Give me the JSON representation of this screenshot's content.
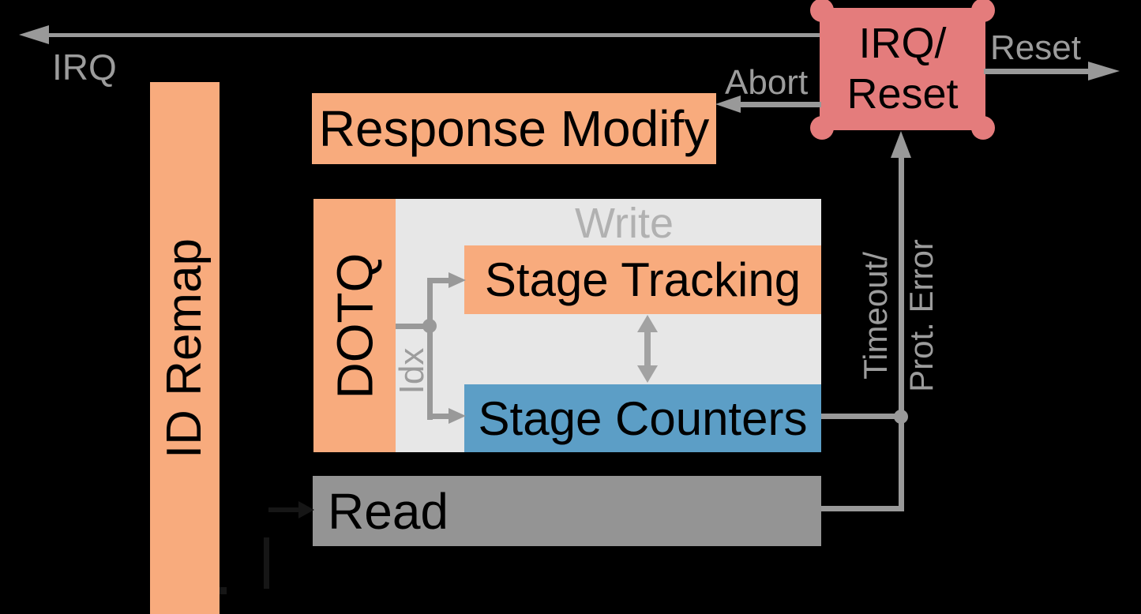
{
  "diagram": {
    "blocks": {
      "id_remap": "ID Remap",
      "response_modify": "Response Modify",
      "dotq": "DOTQ",
      "write": "Write",
      "stage_tracking": "Stage Tracking",
      "stage_counters": "Stage Counters",
      "read": "Read",
      "irq_reset": {
        "line1": "IRQ/",
        "line2": "Reset"
      }
    },
    "connector_labels": {
      "irq": "IRQ",
      "abort": "Abort",
      "reset": "Reset",
      "idx": "Idx",
      "timeout": {
        "line1": "Timeout/",
        "line2": "Prot. Error"
      }
    },
    "colors": {
      "background": "#000000",
      "block_orange": "#F8AB7D",
      "block_blue": "#5C9EC6",
      "block_red": "#E47C7C",
      "container_gray": "#E7E7E7",
      "read_gray": "#949494",
      "connector_gray": "#999999",
      "label_gray": "#9C9C9C",
      "write_label_gray": "#B1B1B1",
      "hidden_connector_black": "#161616",
      "text_black": "#000000"
    }
  }
}
